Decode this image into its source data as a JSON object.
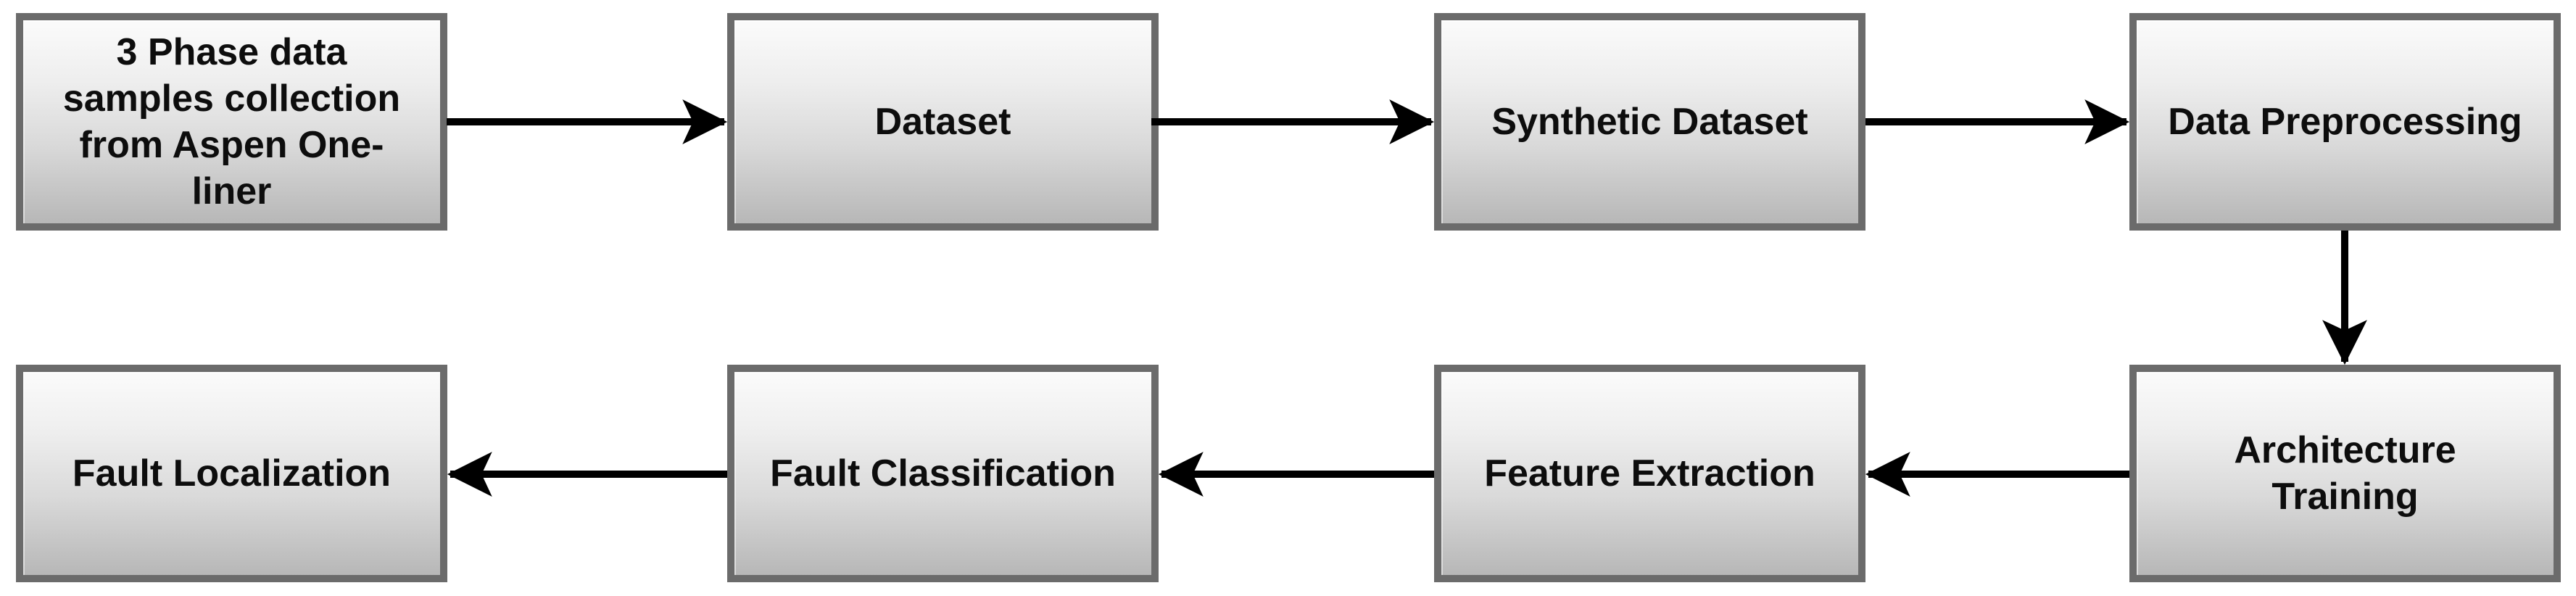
{
  "diagram": {
    "type": "flowchart",
    "description": "Two-row process flow for 3-phase fault analysis",
    "nodes": [
      {
        "id": "collection",
        "label": "3 Phase data\nsamples collection\nfrom Aspen One-\nliner"
      },
      {
        "id": "dataset",
        "label": "Dataset"
      },
      {
        "id": "synthetic-dataset",
        "label": "Synthetic Dataset"
      },
      {
        "id": "data-preprocessing",
        "label": "Data Preprocessing"
      },
      {
        "id": "architecture-training",
        "label": "Architecture\nTraining"
      },
      {
        "id": "feature-extraction",
        "label": "Feature Extraction"
      },
      {
        "id": "fault-classification",
        "label": "Fault Classification"
      },
      {
        "id": "fault-localization",
        "label": "Fault Localization"
      }
    ],
    "connections": [
      {
        "from": "collection",
        "to": "dataset"
      },
      {
        "from": "dataset",
        "to": "synthetic-dataset"
      },
      {
        "from": "synthetic-dataset",
        "to": "data-preprocessing"
      },
      {
        "from": "data-preprocessing",
        "to": "architecture-training"
      },
      {
        "from": "architecture-training",
        "to": "feature-extraction"
      },
      {
        "from": "feature-extraction",
        "to": "fault-classification"
      },
      {
        "from": "fault-classification",
        "to": "fault-localization"
      }
    ],
    "colors": {
      "background": "#ffffff",
      "box_border": "#6b6b6b",
      "box_fill_top": "#fbfbfb",
      "box_fill_bottom": "#b7b7b7",
      "text": "#0d0d0d",
      "arrow": "#000000"
    }
  }
}
